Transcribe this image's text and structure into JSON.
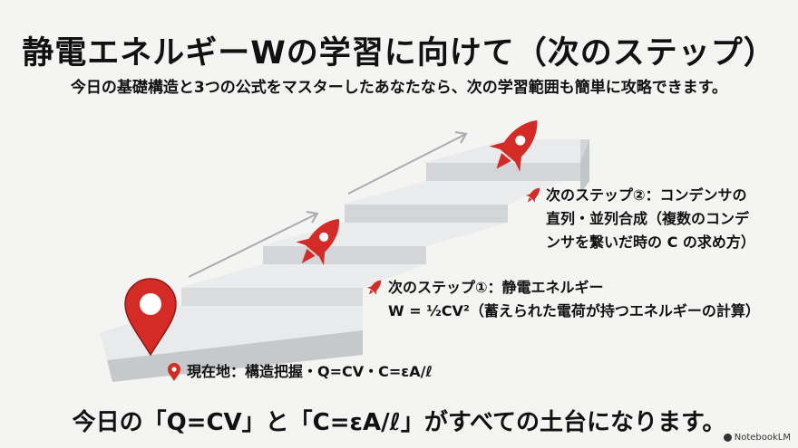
{
  "title": "静電エネルギーWの学習に向けて（次のステップ）",
  "subtitle": "今日の基礎構造と3つの公式をマスターしたあなたなら、次の学習範囲も簡単に攻略できます。",
  "current": {
    "text": "現在地：構造把握・Q=CV・C=εA/ℓ"
  },
  "step1": {
    "line1": "次のステップ①：静電エネルギー",
    "line2": "W = ½CV²（蓄えられた電荷が持つエネルギーの計算）"
  },
  "step2": {
    "line1": "次のステップ②：コンデンサの",
    "line2": "直列・並列合成（複数のコンデ",
    "line3": "ンサを繋いだ時の C の求め方）"
  },
  "footer": "今日の「Q=CV」と「C=εA/ℓ」がすべての土台になります。",
  "badge": "NotebookLM",
  "icons": [
    "map-pin-icon",
    "rocket-icon"
  ],
  "colors": {
    "accent": "#d42b26",
    "stair_top": "#e8e9ea",
    "stair_front": "#c3c6c9",
    "arrow": "#a9abad"
  }
}
